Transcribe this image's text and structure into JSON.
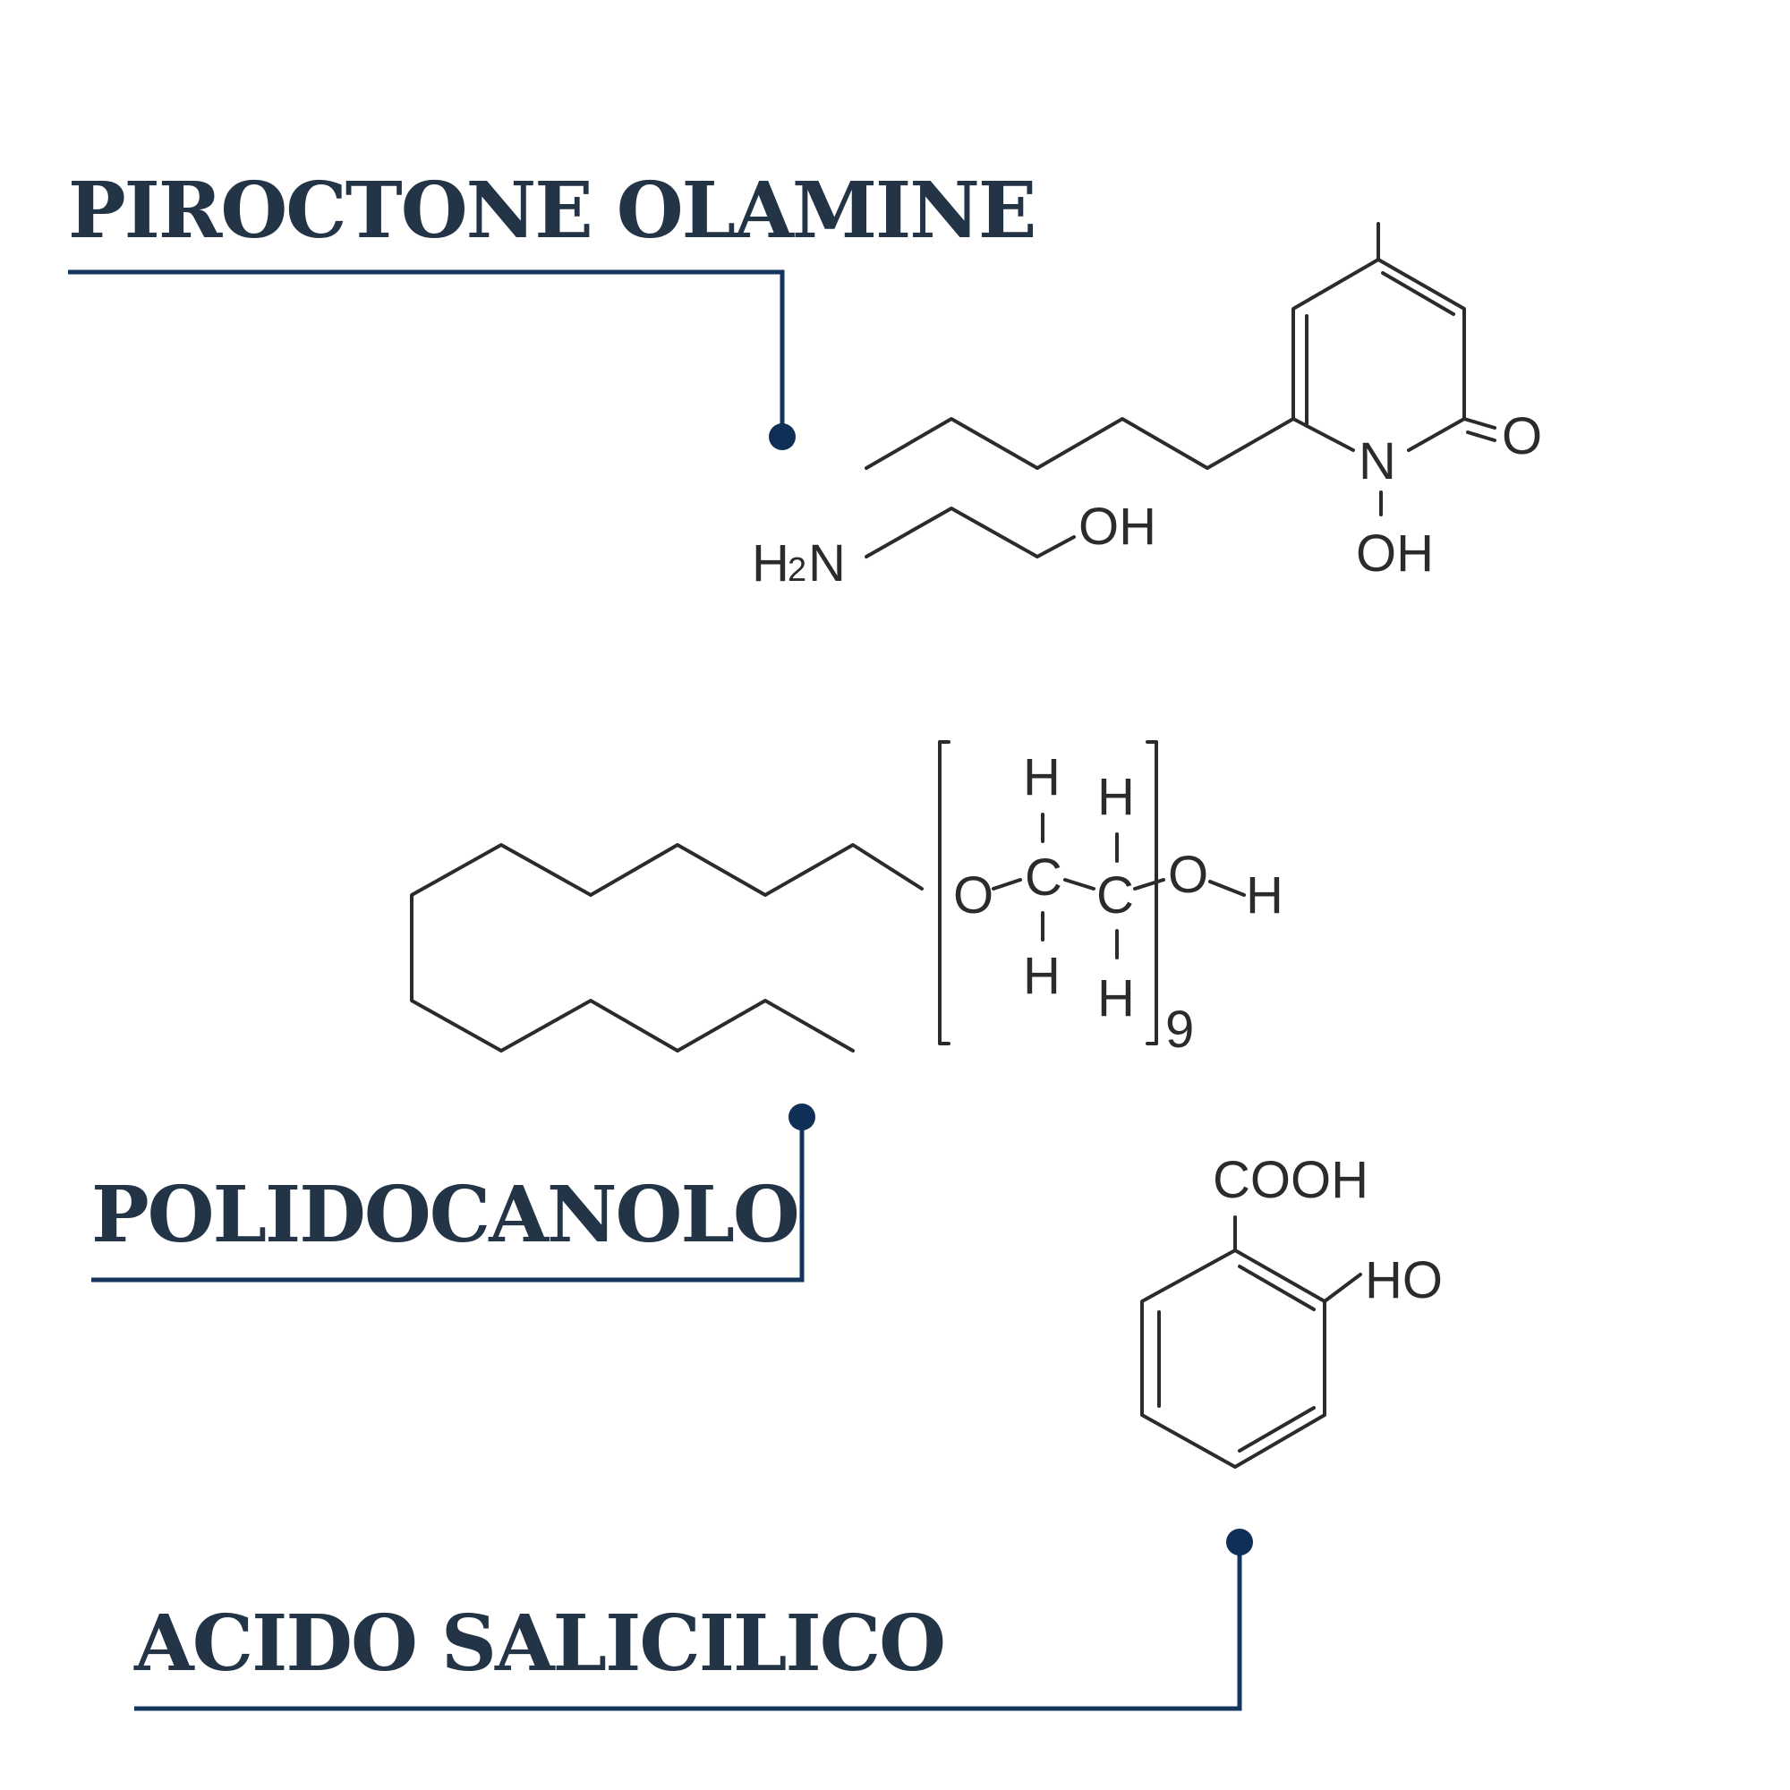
{
  "labels": {
    "piroctone": "PIROCTONE OLAMINE",
    "polidocanolo": "POLIDOCANOLO",
    "acido": "ACIDO SALICILICO"
  },
  "piroctone_atoms": {
    "n": "N",
    "o": "O",
    "oh": "OH",
    "h2n_h": "H",
    "h2n_sub": "2",
    "h2n_n": "N",
    "ethanol_oh": "OH"
  },
  "polidocanolo_atoms": {
    "o1": "O",
    "c1": "C",
    "c2": "C",
    "h_top1": "H",
    "h_top2": "H",
    "h_bot1": "H",
    "h_bot2": "H",
    "o2": "O",
    "h_end": "H",
    "repeat": "9"
  },
  "salicilico_atoms": {
    "cooh": "COOH",
    "ho": "HO"
  },
  "colors": {
    "title": "#243447",
    "leader": "#14365c",
    "bond": "#2b2b2b"
  }
}
